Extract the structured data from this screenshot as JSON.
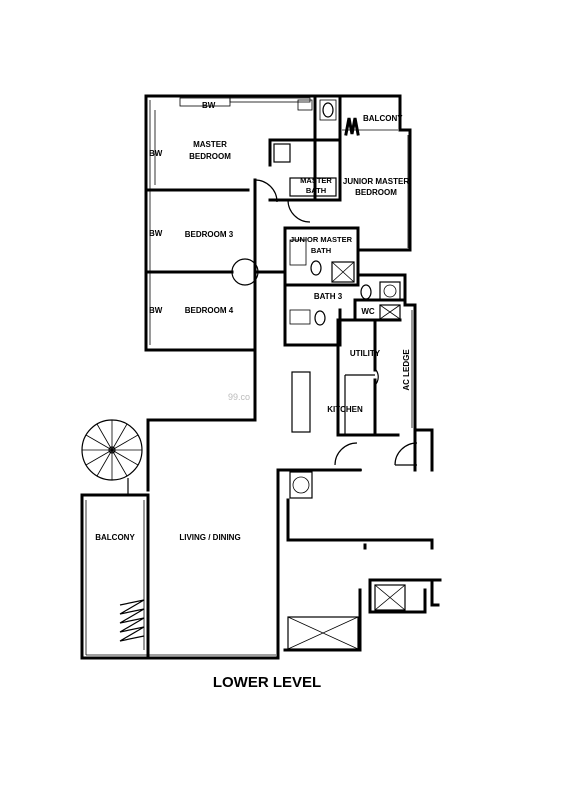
{
  "plan": {
    "caption": "LOWER LEVEL",
    "watermark": "99.co",
    "rooms": {
      "master_bedroom_line1": "MASTER",
      "master_bedroom_line2": "BEDROOM",
      "junior_master_bedroom_line1": "JUNIOR MASTER",
      "junior_master_bedroom_line2": "BEDROOM",
      "bedroom3": "BEDROOM 3",
      "bedroom4": "BEDROOM 4",
      "master_bath_line1": "MASTER",
      "master_bath_line2": "BATH",
      "junior_master_bath_line1": "JUNIOR MASTER",
      "junior_master_bath_line2": "BATH",
      "bath3": "BATH 3",
      "wc": "WC",
      "utility": "UTILITY",
      "kitchen": "KITCHEN",
      "ac_ledge": "AC LEDGE",
      "balcony_top": "BALCONY",
      "balcony_left": "BALCONY",
      "living_dining": "LIVING / DINING"
    },
    "wardrobes": {
      "bw_top": "BW",
      "bw_master": "BW",
      "bw_bedroom3": "BW",
      "bw_bedroom4": "BW"
    }
  }
}
